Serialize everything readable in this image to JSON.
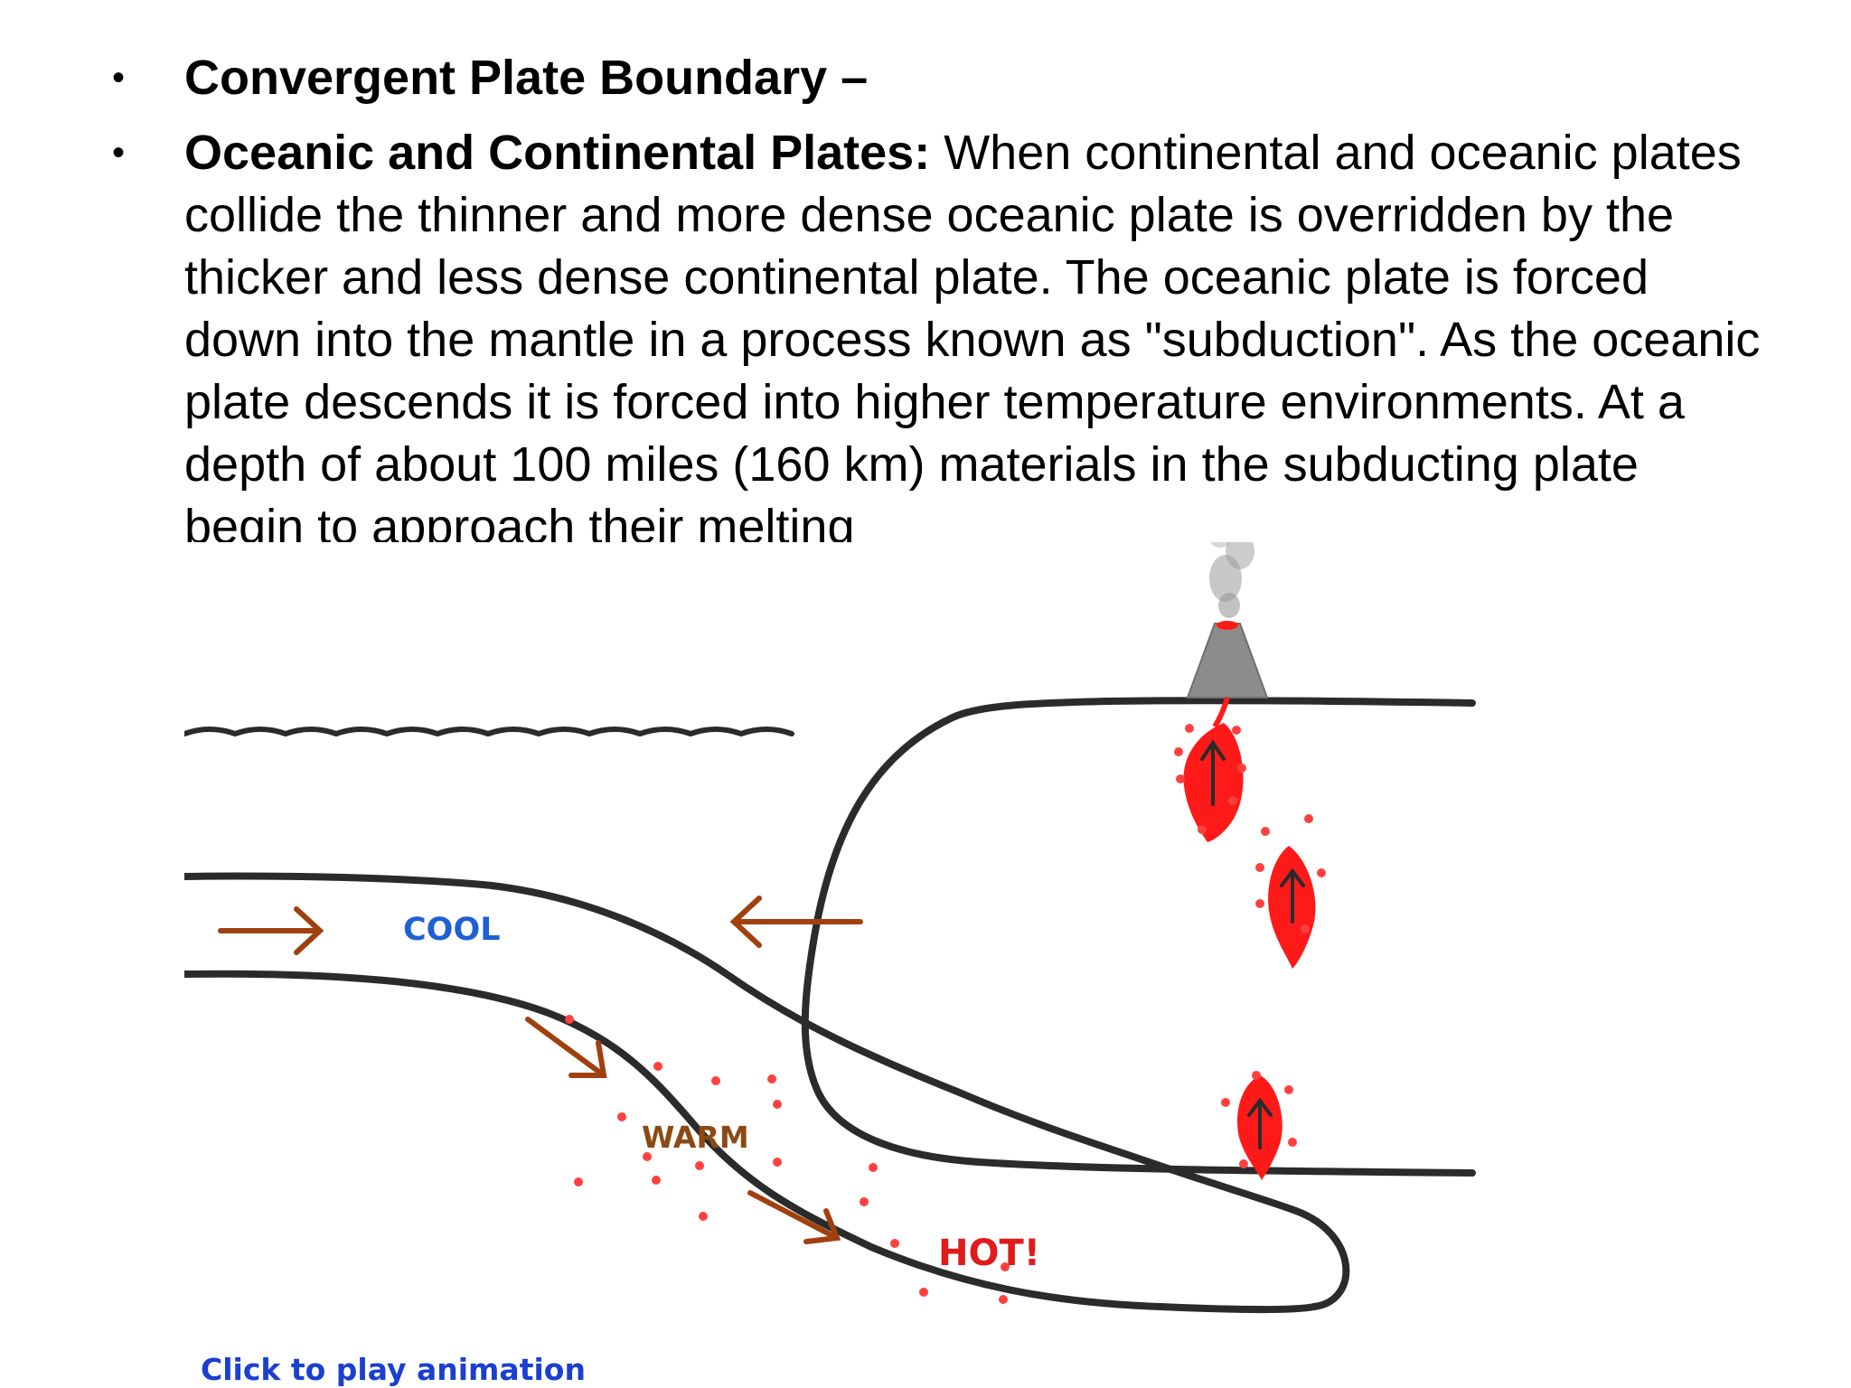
{
  "slide": {
    "bullet_1": {
      "bold": "Convergent Plate Boundary –",
      "text": ""
    },
    "bullet_2": {
      "bold": "Oceanic and Continental Plates:",
      "text": " When continental and oceanic plates collide the thinner and more dense oceanic plate is overridden by the thicker and less dense continental plate. The oceanic plate is forced down into the mantle in a process known as \"subduction\". As the oceanic plate descends it is forced into higher temperature environments. At a depth of about 100 miles (160 km) materials in the subducting plate begin to approach their melting"
    },
    "bullet_symbol": "•"
  },
  "diagram": {
    "labels": {
      "cool": "COOL",
      "warm": "WARM",
      "hot": "HOT!"
    },
    "colors": {
      "cool": "#1f5fd6",
      "warm": "#8b4a14",
      "hot": "#e01b1b",
      "arrow": "#a0400f",
      "magma": "#ff1a1a",
      "outline": "#2b2b2b",
      "volcano": "#8c8c8c",
      "smoke": "#9a9a9a"
    },
    "play_link": "Click to play animation"
  }
}
